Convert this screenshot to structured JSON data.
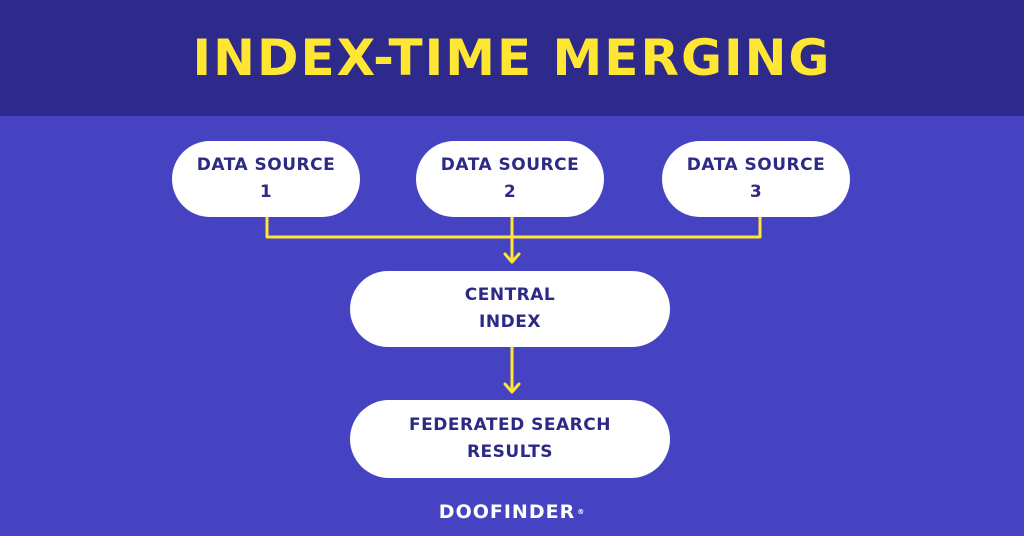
{
  "title": "INDEX-TIME MERGING",
  "nodes": {
    "source1": "DATA SOURCE\n1",
    "source2": "DATA SOURCE\n2",
    "source3": "DATA SOURCE\n3",
    "central": "CENTRAL\nINDEX",
    "results": "FEDERATED SEARCH\nRESULTS"
  },
  "logo": {
    "text": "DOOFINDER",
    "mark": "®"
  },
  "colors": {
    "background": "#4543c1",
    "header": "#2e2a8c",
    "title": "#ffe633",
    "connector": "#ffe633",
    "node_fill": "#ffffff",
    "node_text": "#2c2a84"
  },
  "icons": {
    "connector_arrow": "arrow-down-icon"
  }
}
